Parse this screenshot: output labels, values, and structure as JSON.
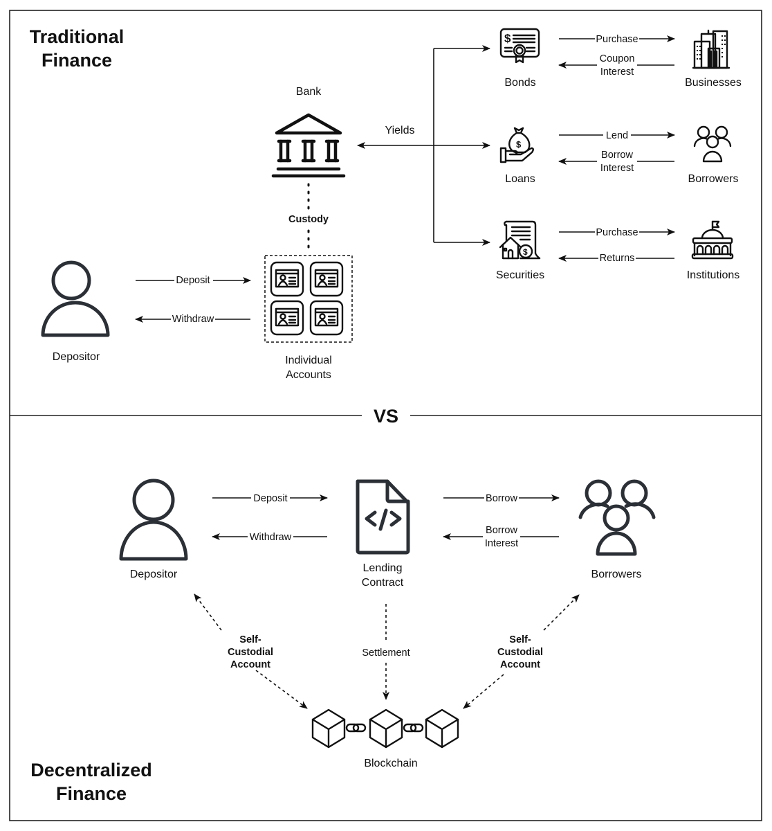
{
  "traditional": {
    "title_line1": "Traditional",
    "title_line2": "Finance",
    "bank_label": "Bank",
    "yields_label": "Yields",
    "custody_label": "Custody",
    "depositor_label": "Depositor",
    "deposit_label": "Deposit",
    "withdraw_label": "Withdraw",
    "accounts_label_line1": "Individual",
    "accounts_label_line2": "Accounts",
    "products": [
      {
        "name": "Bonds",
        "icon": "bond-certificate-icon",
        "out_label": "Purchase",
        "in_label_line1": "Coupon",
        "in_label_line2": "Interest",
        "counterparty": "Businesses",
        "counterparty_icon": "office-buildings-icon"
      },
      {
        "name": "Loans",
        "icon": "money-bag-hand-icon",
        "out_label": "Lend",
        "in_label_line1": "Borrow",
        "in_label_line2": "Interest",
        "counterparty": "Borrowers",
        "counterparty_icon": "people-group-icon"
      },
      {
        "name": "Securities",
        "icon": "property-security-icon",
        "out_label": "Purchase",
        "in_label_line1": "Returns",
        "in_label_line2": "",
        "counterparty": "Institutions",
        "counterparty_icon": "institution-building-icon"
      }
    ]
  },
  "separator": {
    "label": "VS"
  },
  "decentralized": {
    "title_line1": "Decentralized",
    "title_line2": "Finance",
    "depositor_label": "Depositor",
    "deposit_label": "Deposit",
    "withdraw_label": "Withdraw",
    "contract_label_line1": "Lending",
    "contract_label_line2": "Contract",
    "borrow_label": "Borrow",
    "borrow_interest_line1": "Borrow",
    "borrow_interest_line2": "Interest",
    "borrowers_label": "Borrowers",
    "self_custodial_line1": "Self-",
    "self_custodial_line2": "Custodial",
    "self_custodial_line3": "Account",
    "settlement_label": "Settlement",
    "blockchain_label": "Blockchain"
  }
}
